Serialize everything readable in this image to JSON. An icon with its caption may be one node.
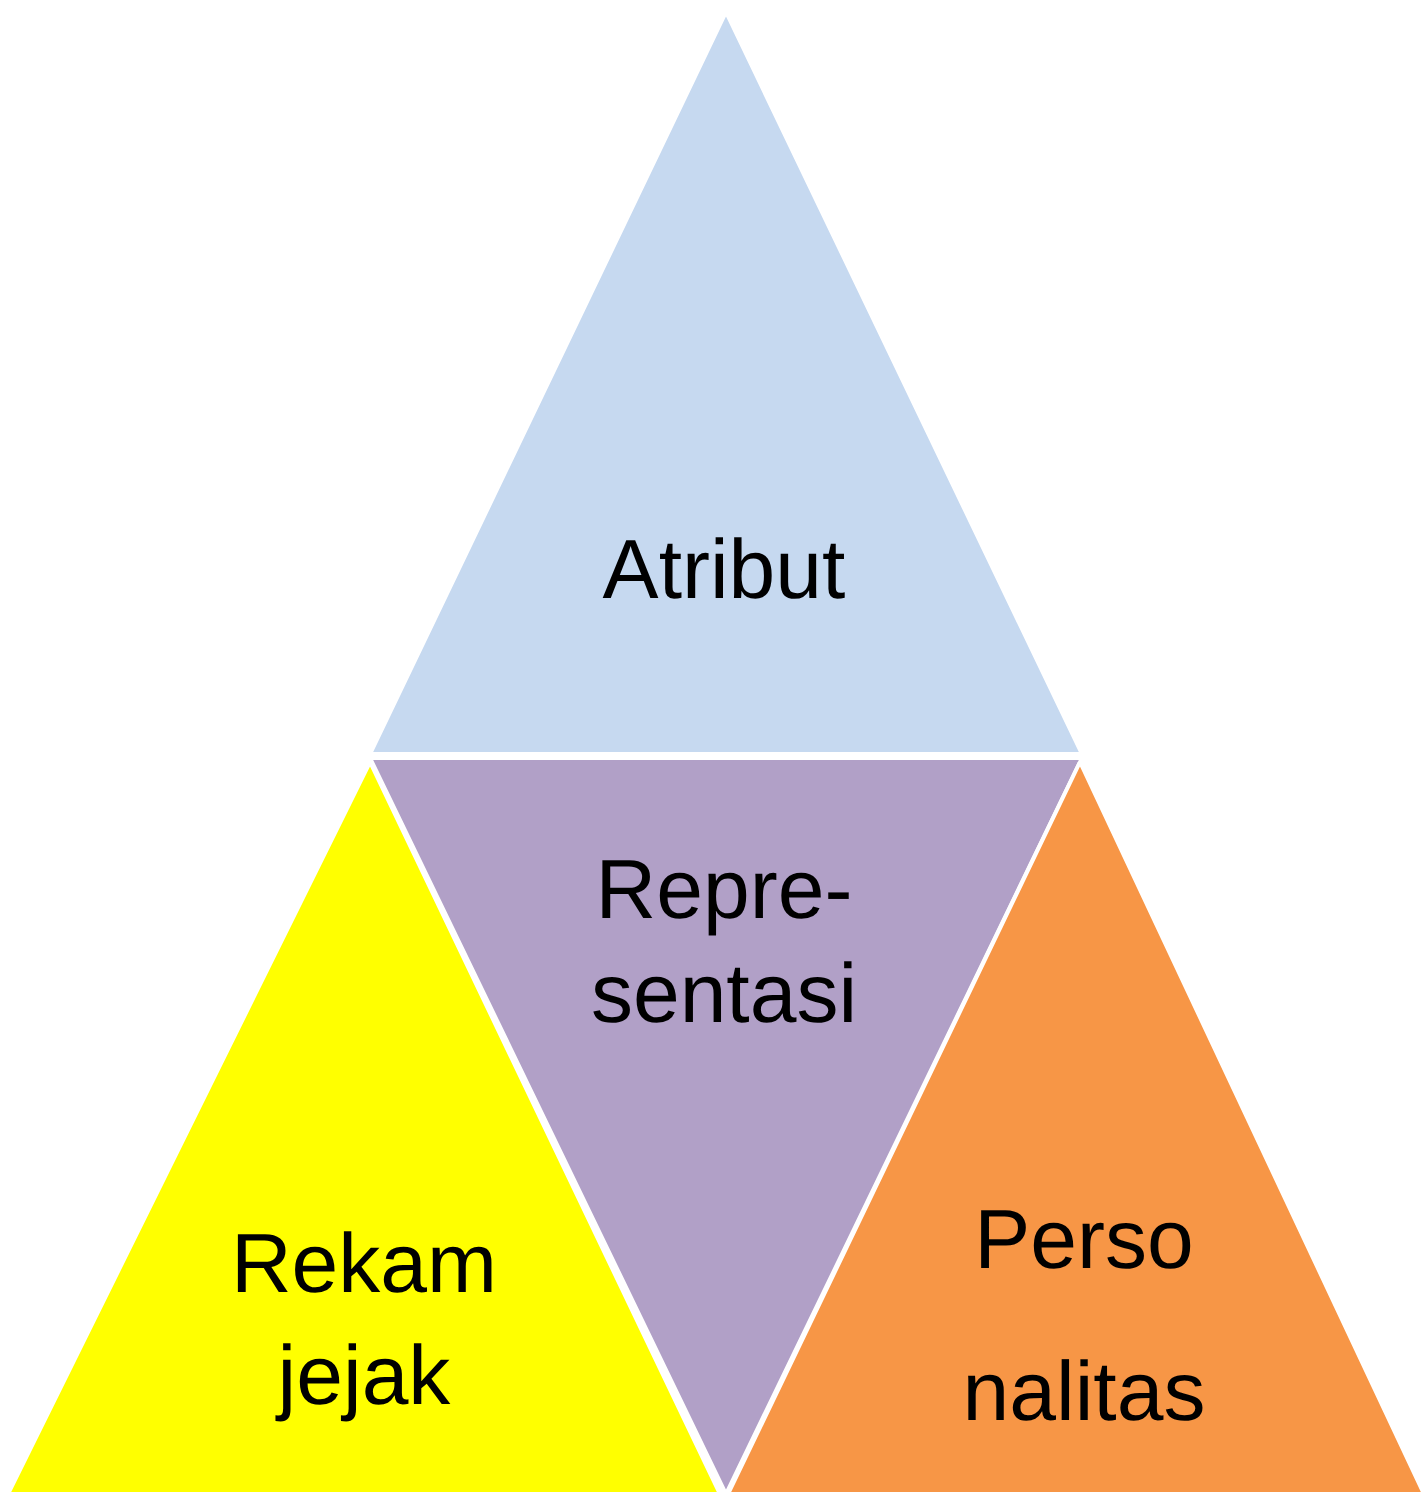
{
  "diagram": {
    "nodes": [
      {
        "text": [
          "Atribut"
        ]
      },
      {
        "text": [
          "Repre- sentasi"
        ]
      },
      {
        "text": [
          "Rekam jejak"
        ]
      },
      {
        "text": [
          "Perso nalitas"
        ]
      }
    ]
  }
}
